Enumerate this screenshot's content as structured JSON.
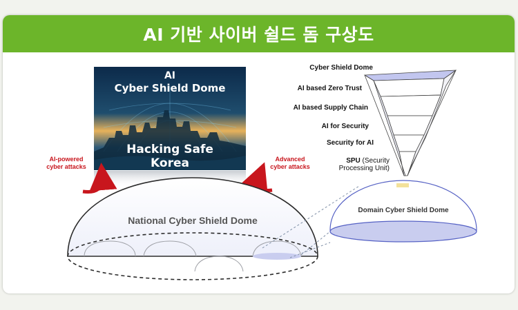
{
  "header": {
    "title": "AI 기반 사이버 쉴드 돔 구상도"
  },
  "poster": {
    "line1": "AI",
    "line2": "Cyber Shield Dome",
    "line3": "Hacking Safe",
    "line4": "Korea",
    "reflection": "Korea"
  },
  "attacks": {
    "left_line1": "AI-powered",
    "left_line2": "cyber attacks",
    "right_line1": "Advanced",
    "right_line2": "cyber attacks"
  },
  "national_dome": {
    "label": "National Cyber Shield Dome"
  },
  "domain_dome": {
    "label": "Domain Cyber Shield Dome"
  },
  "layers": {
    "l1": "Cyber Shield Dome",
    "l2": "AI based Zero Trust",
    "l3": "AI based Supply Chain",
    "l4": "AI for Security",
    "l5": "Security for AI",
    "l6_bold": "SPU",
    "l6_rest": " (Security",
    "l6_line2": "Processing Unit)"
  },
  "colors": {
    "header": "#6cb52a",
    "attack_red": "#c8161d",
    "dome_fill": "#dcdff5"
  }
}
